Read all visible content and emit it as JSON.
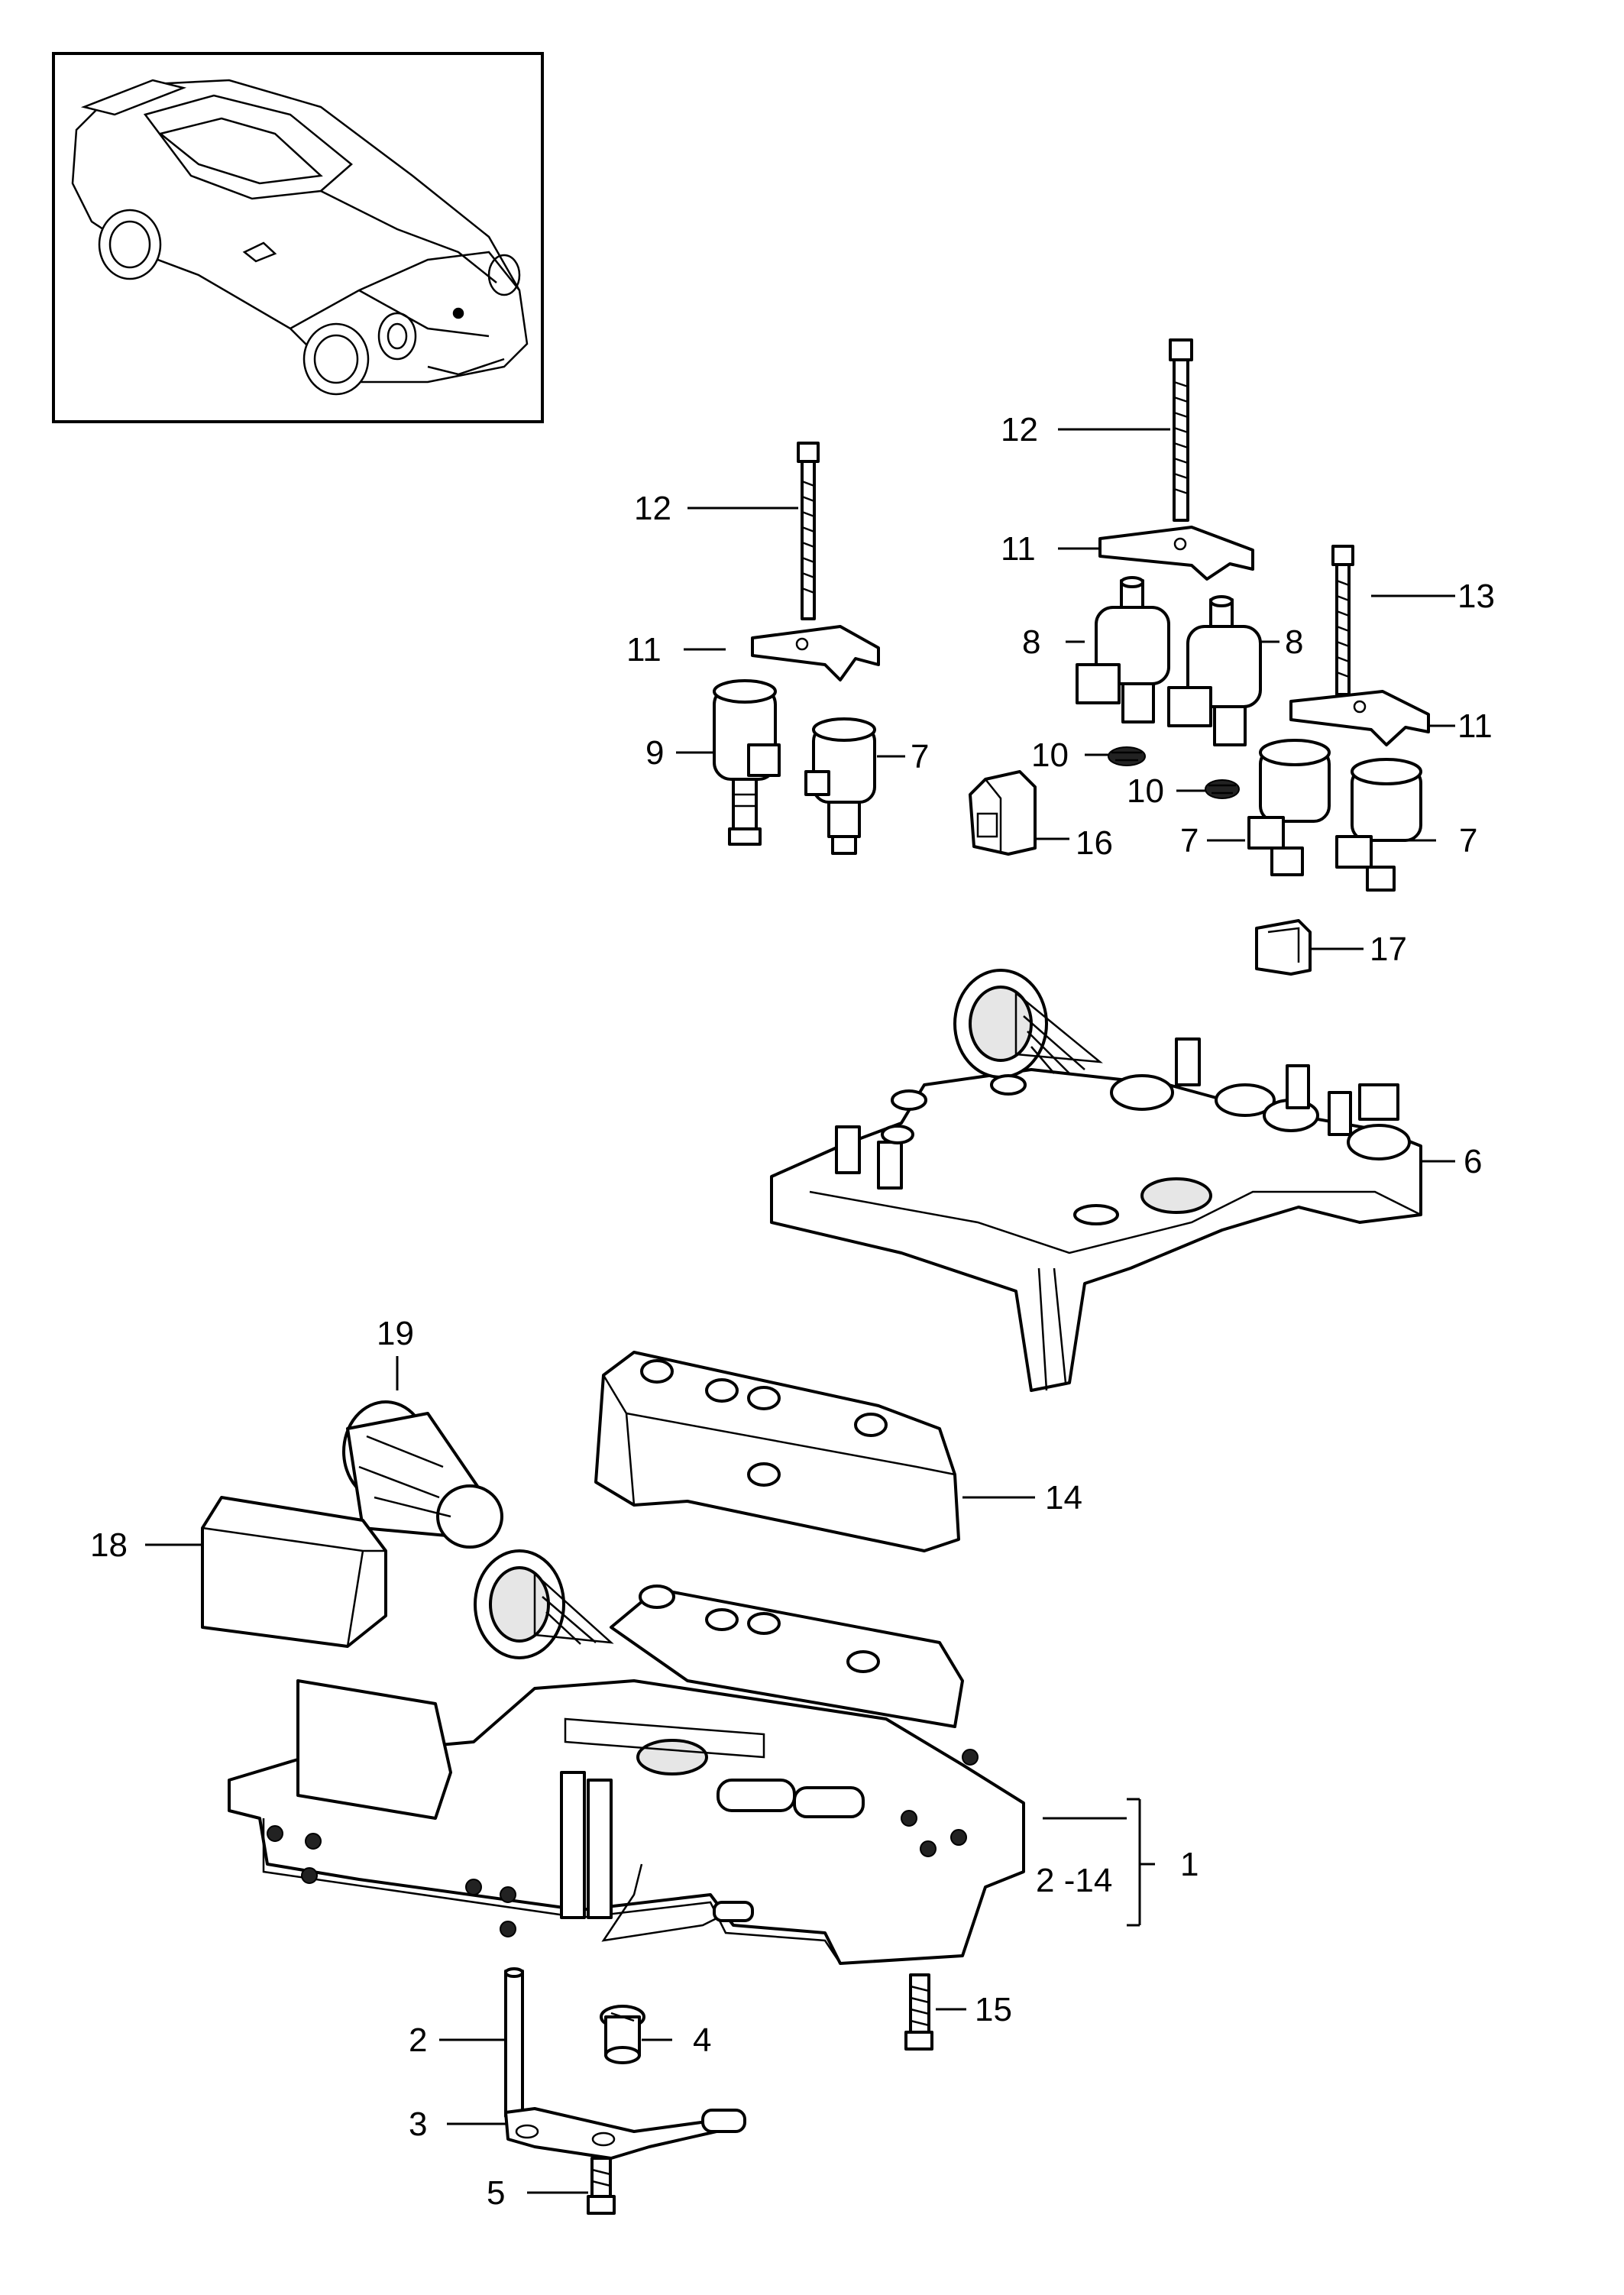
{
  "callouts": {
    "c1": "1",
    "c2": "2",
    "c3": "3",
    "c4": "4",
    "c5": "5",
    "c6": "6",
    "c7a": "7",
    "c7b": "7",
    "c7c": "7",
    "c8a": "8",
    "c8b": "8",
    "c9": "9",
    "c10a": "10",
    "c10b": "10",
    "c11a": "11",
    "c11b": "11",
    "c11c": "11",
    "c12a": "12",
    "c12b": "12",
    "c13": "13",
    "c14": "14",
    "c15": "15",
    "c16": "16",
    "c17": "17",
    "c18": "18",
    "c19": "19",
    "c2_14": "2 -14"
  }
}
